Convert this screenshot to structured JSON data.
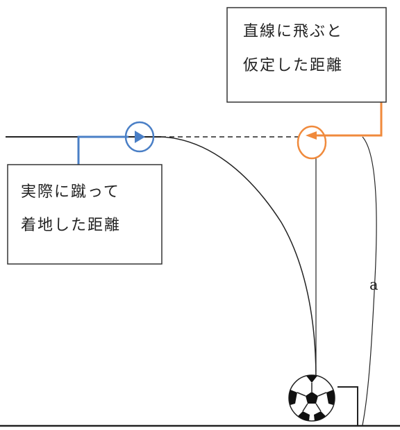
{
  "box_assumed": {
    "line1": "直線に飛ぶと",
    "line2": "仮定した距離"
  },
  "box_actual": {
    "line1": "実際に蹴って",
    "line2": "着地した距離"
  },
  "height_label": "a",
  "colors": {
    "actual_marker": "#4a7fc6",
    "assumed_marker": "#f08a3c",
    "line": "#222222",
    "background": "#ffffff"
  },
  "icons": {
    "ball": "soccer-ball-icon"
  }
}
